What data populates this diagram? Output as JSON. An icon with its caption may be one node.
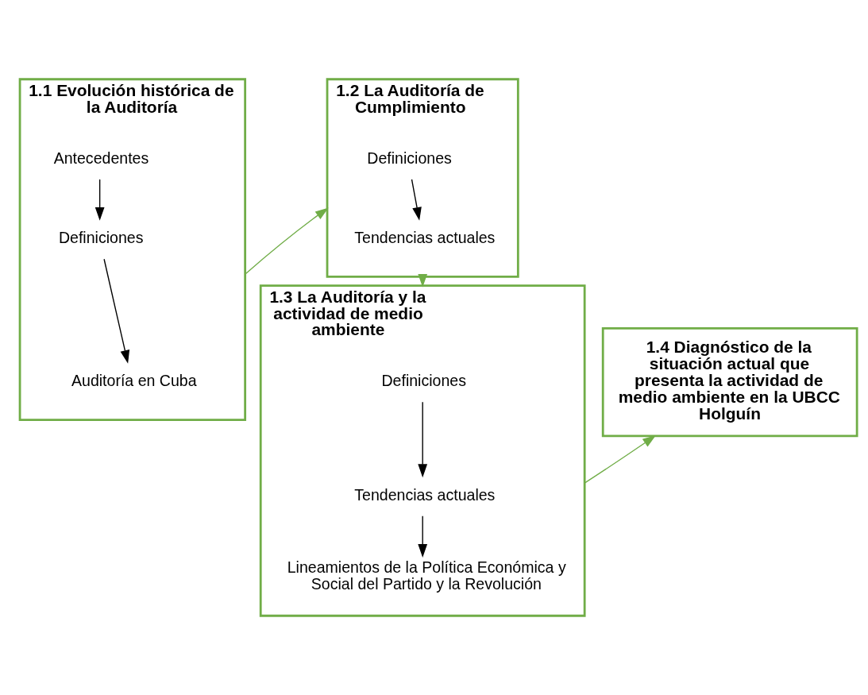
{
  "diagram": {
    "nodes": [
      {
        "text": [
          "1.1 Evolución histórica de la Auditoría"
        ]
      },
      {
        "text": [
          "Antecedentes"
        ],
        "in": 0
      },
      {
        "text": [
          "Definiciones"
        ],
        "in": 0
      },
      {
        "text": [
          "Auditoría en Cuba"
        ],
        "in": 0
      },
      {
        "text": [
          "1.2 La Auditoría de Cumplimiento"
        ]
      },
      {
        "text": [
          "Definiciones"
        ],
        "in": 4
      },
      {
        "text": [
          "Tendencias actuales"
        ],
        "in": 4
      },
      {
        "text": [
          "1.3 La Auditoría y la actividad de medio ambiente"
        ]
      },
      {
        "text": [
          "Definiciones"
        ],
        "in": 7
      },
      {
        "text": [
          "Tendencias actuales"
        ],
        "in": 7
      },
      {
        "text": [
          "Lineamientos de la Política Económica y Social del Partido y la Revolución"
        ],
        "in": 7
      },
      {
        "text": [
          "1.4 Diagnóstico de la situación actual que presenta la actividad de medio ambiente en la UBCC Holguín"
        ]
      }
    ],
    "edges": [
      {
        "from": 1,
        "to": 2,
        "arrow": "to"
      },
      {
        "from": 2,
        "to": 3,
        "arrow": "to"
      },
      {
        "from": 0,
        "to": 4,
        "arrow": "to",
        "color": "#70ad47"
      },
      {
        "from": 5,
        "to": 6,
        "arrow": "to"
      },
      {
        "from": 4,
        "to": 7,
        "arrow": "to",
        "color": "#70ad47"
      },
      {
        "from": 8,
        "to": 9,
        "arrow": "to"
      },
      {
        "from": 9,
        "to": 10,
        "arrow": "to"
      },
      {
        "from": 7,
        "to": 11,
        "arrow": "to",
        "color": "#70ad47"
      }
    ]
  }
}
